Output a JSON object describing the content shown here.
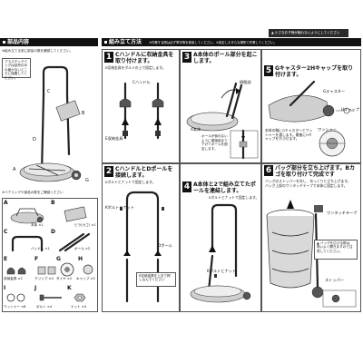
{
  "top_notice": "▲ 小さなお子様が触れないようにしてください",
  "parts_section": {
    "title": "部品内容",
    "intro": "※組み立てる前に部品の数を確認してください。",
    "note_box": "プラスチックバッグは幼児の手の届かないところに保管してください。",
    "bottom_note": "※ベアリングや部品の数をご確認ください",
    "parts": [
      {
        "letter": "A",
        "name": "本体 ×1"
      },
      {
        "letter": "B",
        "name": "ビラ(カゴ) ×1"
      },
      {
        "letter": "C",
        "name": "ハンドル ×1"
      },
      {
        "letter": "D",
        "name": "ポール ×2"
      },
      {
        "letter": "E",
        "name": "収納金具 ×2"
      },
      {
        "letter": "F",
        "name": "クリップ ×4"
      },
      {
        "letter": "G",
        "name": "タイヤ ×2"
      },
      {
        "letter": "H",
        "name": "キャップ ×2"
      },
      {
        "letter": "I",
        "name": "ワッシャー ×8"
      },
      {
        "letter": "J",
        "name": "ボルト ×4"
      },
      {
        "letter": "K",
        "name": "ナット ×4"
      }
    ]
  },
  "steps_section": {
    "title": "組み立て方法",
    "intro": "※作業する際は必ず軍手等を着用してください。※安定した平らな場所で作業してください。"
  },
  "steps": [
    {
      "num": "1",
      "title": "Cハンドルに収納金具を取り付けます。",
      "sub": "E収納金具をボルトの上で固定します。",
      "labels": [
        "Cハンドル",
        "E収納金具"
      ]
    },
    {
      "num": "2",
      "title": "CハンドルとDポールを接続します。",
      "sub": "Kボルトとナットで固定します。",
      "labels": [
        "Kボルトとナット",
        "Dポール",
        "E収納金具を上まで押し込んでください"
      ]
    },
    {
      "num": "3",
      "title": "A本体のポール部分を起こします。",
      "sub": "",
      "labels": [
        "A本体",
        "樹脂部",
        "ポールが倒れないように樹脂部まで下げてポールを固定します。"
      ]
    },
    {
      "num": "4",
      "title": "A本体と2で組み立てたポールを連結します。",
      "sub": "Kボルトとナットで固定します。",
      "labels": [
        "Kボルトとナット"
      ]
    },
    {
      "num": "5",
      "title": "Gキャスター2Hキャップを取り付けます。",
      "sub": "本体の軸にGキャスターとワッシャーを通します。最後にHキャップをかぶせます。",
      "labels": [
        "Gキャスター",
        "Hキャップ",
        "ワッシャー"
      ]
    },
    {
      "num": "6",
      "title": "バッグ部分を立ち上げます。Bカゴを取り付けて完成です",
      "sub": "バッグのストッパーを外し、ゆっくりと立ち上げます。バッグ上部のワンタッチテープで本体に固定します。",
      "labels": [
        "ワンタッチテープ",
        "ストッパー",
        "▲ バッグを広げる際は、勢いよく開きますので注意してください。"
      ]
    }
  ]
}
